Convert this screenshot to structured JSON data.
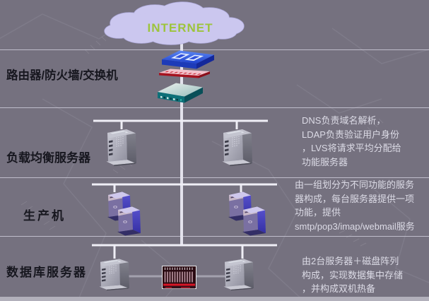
{
  "cloud": {
    "label": "INTERNET"
  },
  "row_labels": [
    "路由器/防火墙/交换机",
    "负载均衡服务器",
    "生产机",
    "数据库服务器"
  ],
  "annotations": [
    {
      "for": "负载均衡服务器",
      "lines": [
        "DNS负责域名解析，",
        "LDAP负责验证用户身份",
        "，LVS将请求平均分配给",
        "功能服务器"
      ]
    },
    {
      "for": "生产机",
      "lines": [
        "由一组划分为不同功能的服务",
        "器构成，每台服务器提供一项",
        "功能，提供",
        "smtp/pop3/imap/webmail服务"
      ]
    },
    {
      "for": "数据库服务器",
      "lines": [
        "由2台服务器＋磁盘阵列",
        "构成，实现数据集中存储",
        "，并构成双机热备"
      ]
    }
  ],
  "topology": {
    "internet_cloud": 1,
    "router_switch": 1,
    "firewall_panel": 1,
    "lan_switch": 1,
    "load_balancer_servers": 2,
    "production_server_clusters": 2,
    "servers_per_cluster": 2,
    "database_servers": 2,
    "disk_array": 1
  },
  "colors": {
    "background": "#75717f",
    "divider": "#cdcad8",
    "connector": "#efeef6",
    "cloud_fill": "#cbc7ef",
    "internet_green": "#9dc43c",
    "router_blue": "#2a48d0",
    "firewall_pink": "#f3bdc6",
    "switch_teal": "#0d7078",
    "server_gray": "#b9b9c6",
    "production_purple": "#4540c2",
    "disk_array_maroon": "#3a0d16",
    "label_color": "#17171f",
    "annotation_color": "#dcdbe6"
  }
}
